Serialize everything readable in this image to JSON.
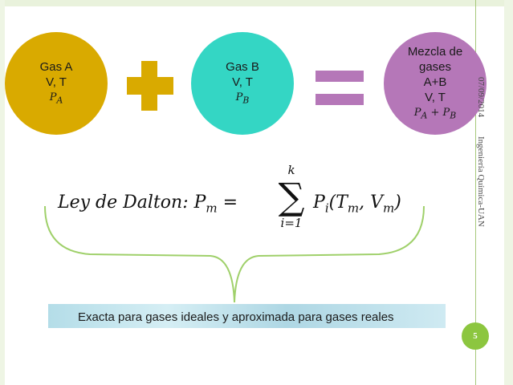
{
  "slide": {
    "gas_a": {
      "name": "Gas A",
      "props": "V, T",
      "pressure": "P_A"
    },
    "gas_b": {
      "name": "Gas B",
      "props": "V, T",
      "pressure": "P_B"
    },
    "mixture": {
      "name_line1": "Mezcla de",
      "name_line2": "gases",
      "composition": "A+B",
      "props": "V, T",
      "pressure": "P_A + P_B"
    },
    "side_date": "07/09/2014",
    "side_institution": "Ingeniería Química-UAN",
    "formula": {
      "lhs": "Ley de Dalton:  P",
      "lhs_sub": "m",
      "equals": " =",
      "sum_upper": "k",
      "sum_symbol": "∑",
      "sum_lower": "i=1",
      "term": "P",
      "term_sub": "i",
      "args_open": "(T",
      "args_t_sub": "m",
      "args_mid": ", V",
      "args_v_sub": "m",
      "args_close": ")"
    },
    "banner_text": "Exacta para gases ideales y aproximada para gases reales",
    "page_number": "5"
  },
  "colors": {
    "gas_a": "#d9aa00",
    "gas_b": "#34d6c4",
    "mixture": "#b577b8",
    "page_badge": "#8cc63f",
    "rule": "#a6c97a"
  }
}
